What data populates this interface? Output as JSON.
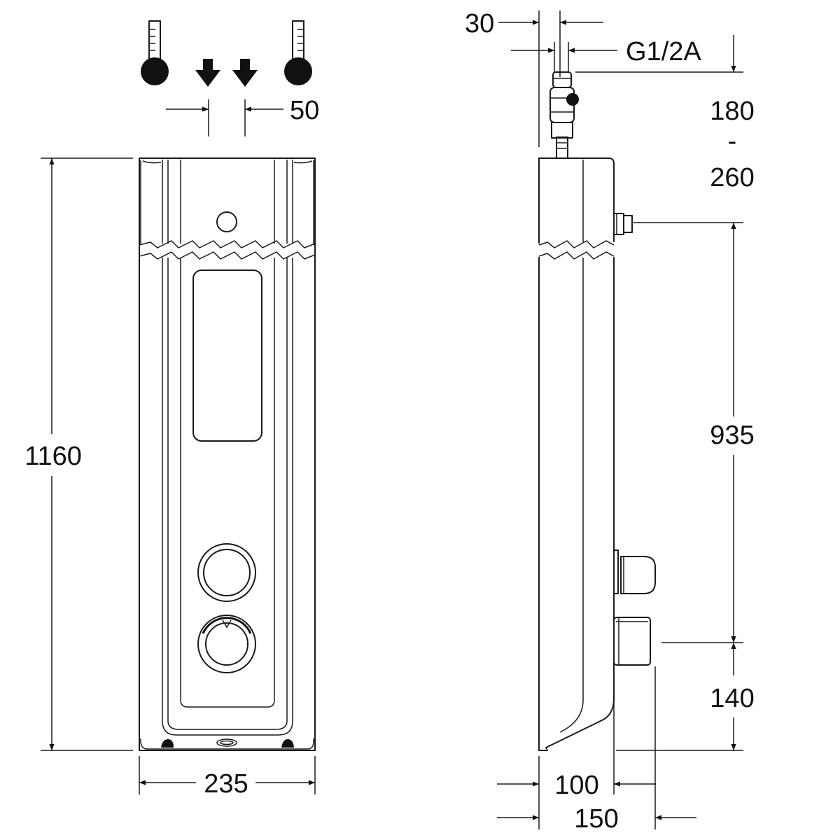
{
  "dimensions": {
    "pipe_spacing": "50",
    "total_height": "1160",
    "width": "235",
    "pipe_diameter": "30",
    "thread": "G1/2A",
    "connection_height_min": "180",
    "connection_height_separator": "-",
    "connection_height_max": "260",
    "outlet_to_control_height": "935",
    "control_height": "140",
    "depth": "100",
    "depth_with_control": "150"
  },
  "icons": {
    "cold": "thermometer-cold-icon",
    "hot": "thermometer-hot-icon",
    "flow": "down-arrow-icon"
  }
}
